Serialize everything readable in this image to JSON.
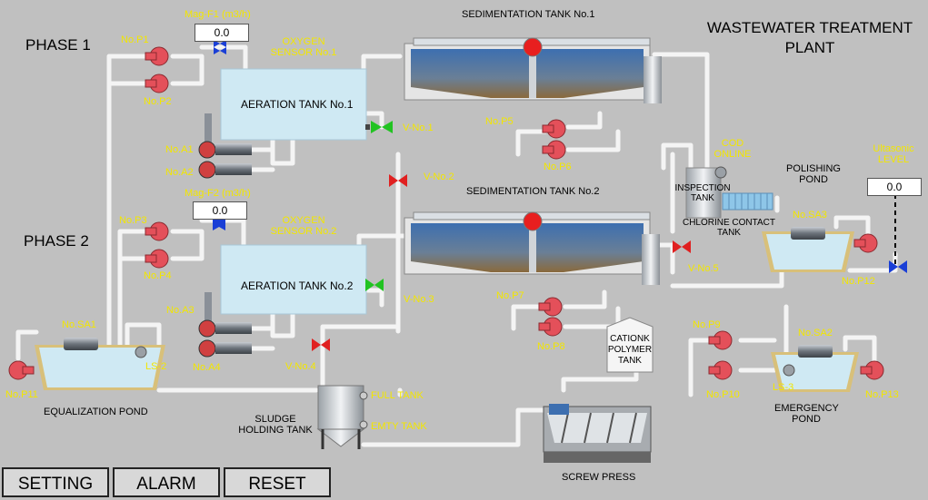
{
  "title_line1": "WASTEWATER TREATMENT",
  "title_line2": "PLANT",
  "phase1": "PHASE 1",
  "phase2": "PHASE 2",
  "mag_f1": {
    "label": "Mag-F1 (m3/h)",
    "value": "0.0"
  },
  "mag_f2": {
    "label": "Mag-F2 (m3/h)",
    "value": "0.0"
  },
  "ultrasonic": {
    "label_line1": "Ultasonic",
    "label_line2": "LEVEL",
    "value": "0.0"
  },
  "oxygen1": {
    "line1": "OXYGEN",
    "line2": "SENSOR No.1"
  },
  "oxygen2": {
    "line1": "OXYGEN",
    "line2": "SENSOR No.2"
  },
  "cod": {
    "line1": "COD",
    "line2": "ONLINE"
  },
  "tanks": {
    "aeration1": "AERATION TANK No.1",
    "aeration2": "AERATION TANK No.2",
    "sed1": "SEDIMENTATION TANK No.1",
    "sed2": "SEDIMENTATION TANK No.2",
    "inspection_line1": "INSPECTION",
    "inspection_line2": "TANK",
    "chlorine_line1": "CHLORINE CONTACT",
    "chlorine_line2": "TANK",
    "polishing_line1": "POLISHING",
    "polishing_line2": "POND",
    "equalization": "EQUALIZATION POND",
    "sludge_line1": "SLUDGE",
    "sludge_line2": "HOLDING TANK",
    "emergency_line1": "EMERGENCY",
    "emergency_line2": "POND",
    "polymer_line1": "CATIONK",
    "polymer_line2": "POLYMER",
    "polymer_line3": "TANK",
    "screw": "SCREW PRESS",
    "full": "FULL TANK",
    "empty": "EMTY TANK"
  },
  "pumps": {
    "p1": "No.P1",
    "p2": "No.P2",
    "p3": "No.P3",
    "p4": "No.P4",
    "p5": "No.P5",
    "p6": "No.P6",
    "p7": "No.P7",
    "p8": "No.P8",
    "p9": "No.P9",
    "p10": "No.P10",
    "p11": "No.P11",
    "p12": "No.P12",
    "p13": "No.P13"
  },
  "blowers": {
    "a1": "No.A1",
    "a2": "No.A2",
    "a3": "No.A3",
    "a4": "No.A4"
  },
  "sa": {
    "sa1": "No.SA1",
    "sa2": "No.SA2",
    "sa3": "No.SA3"
  },
  "valves": {
    "v1": "V-No.1",
    "v2": "V-No.2",
    "v3": "V-No.3",
    "v4": "V-No.4",
    "v5": "V-No.5"
  },
  "ls": {
    "ls2": "LS-2",
    "ls3": "LS-3"
  },
  "buttons": {
    "setting": "SETTING",
    "alarm": "ALARM",
    "reset": "RESET"
  },
  "colors": {
    "background": "#c0c0c0",
    "label": "#f2e600",
    "pipe": "#f4f4f4",
    "water": "#cfe9f3",
    "pump": "#e4505a",
    "valve_green": "#22c322",
    "valve_red": "#e02020",
    "valve_blue": "#1a3fd6"
  }
}
